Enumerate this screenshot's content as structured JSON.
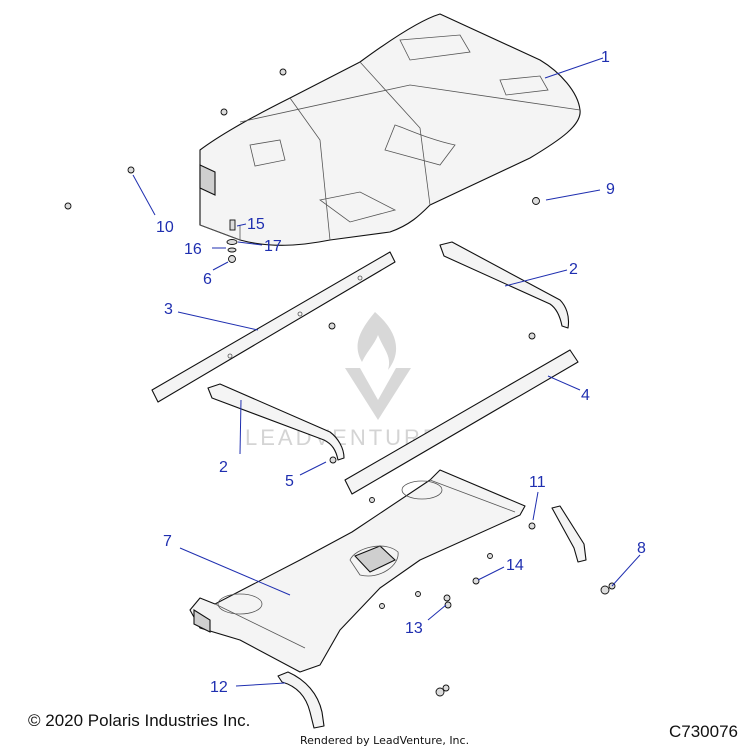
{
  "callouts": {
    "c1": "1",
    "c2a": "2",
    "c2b": "2",
    "c3": "3",
    "c4": "4",
    "c5": "5",
    "c6": "6",
    "c7": "7",
    "c8": "8",
    "c9": "9",
    "c10": "10",
    "c11": "11",
    "c12": "12",
    "c13": "13",
    "c14": "14",
    "c15": "15",
    "c16": "16",
    "c17": "17"
  },
  "watermark": "LEADVENTURE",
  "footer": {
    "copyright": "© 2020 Polaris Industries Inc.",
    "drawing_id": "C730076",
    "rendered_by": "Rendered by LeadVenture, Inc."
  },
  "colors": {
    "callout": "#1f2fb0",
    "line": "#111111"
  }
}
